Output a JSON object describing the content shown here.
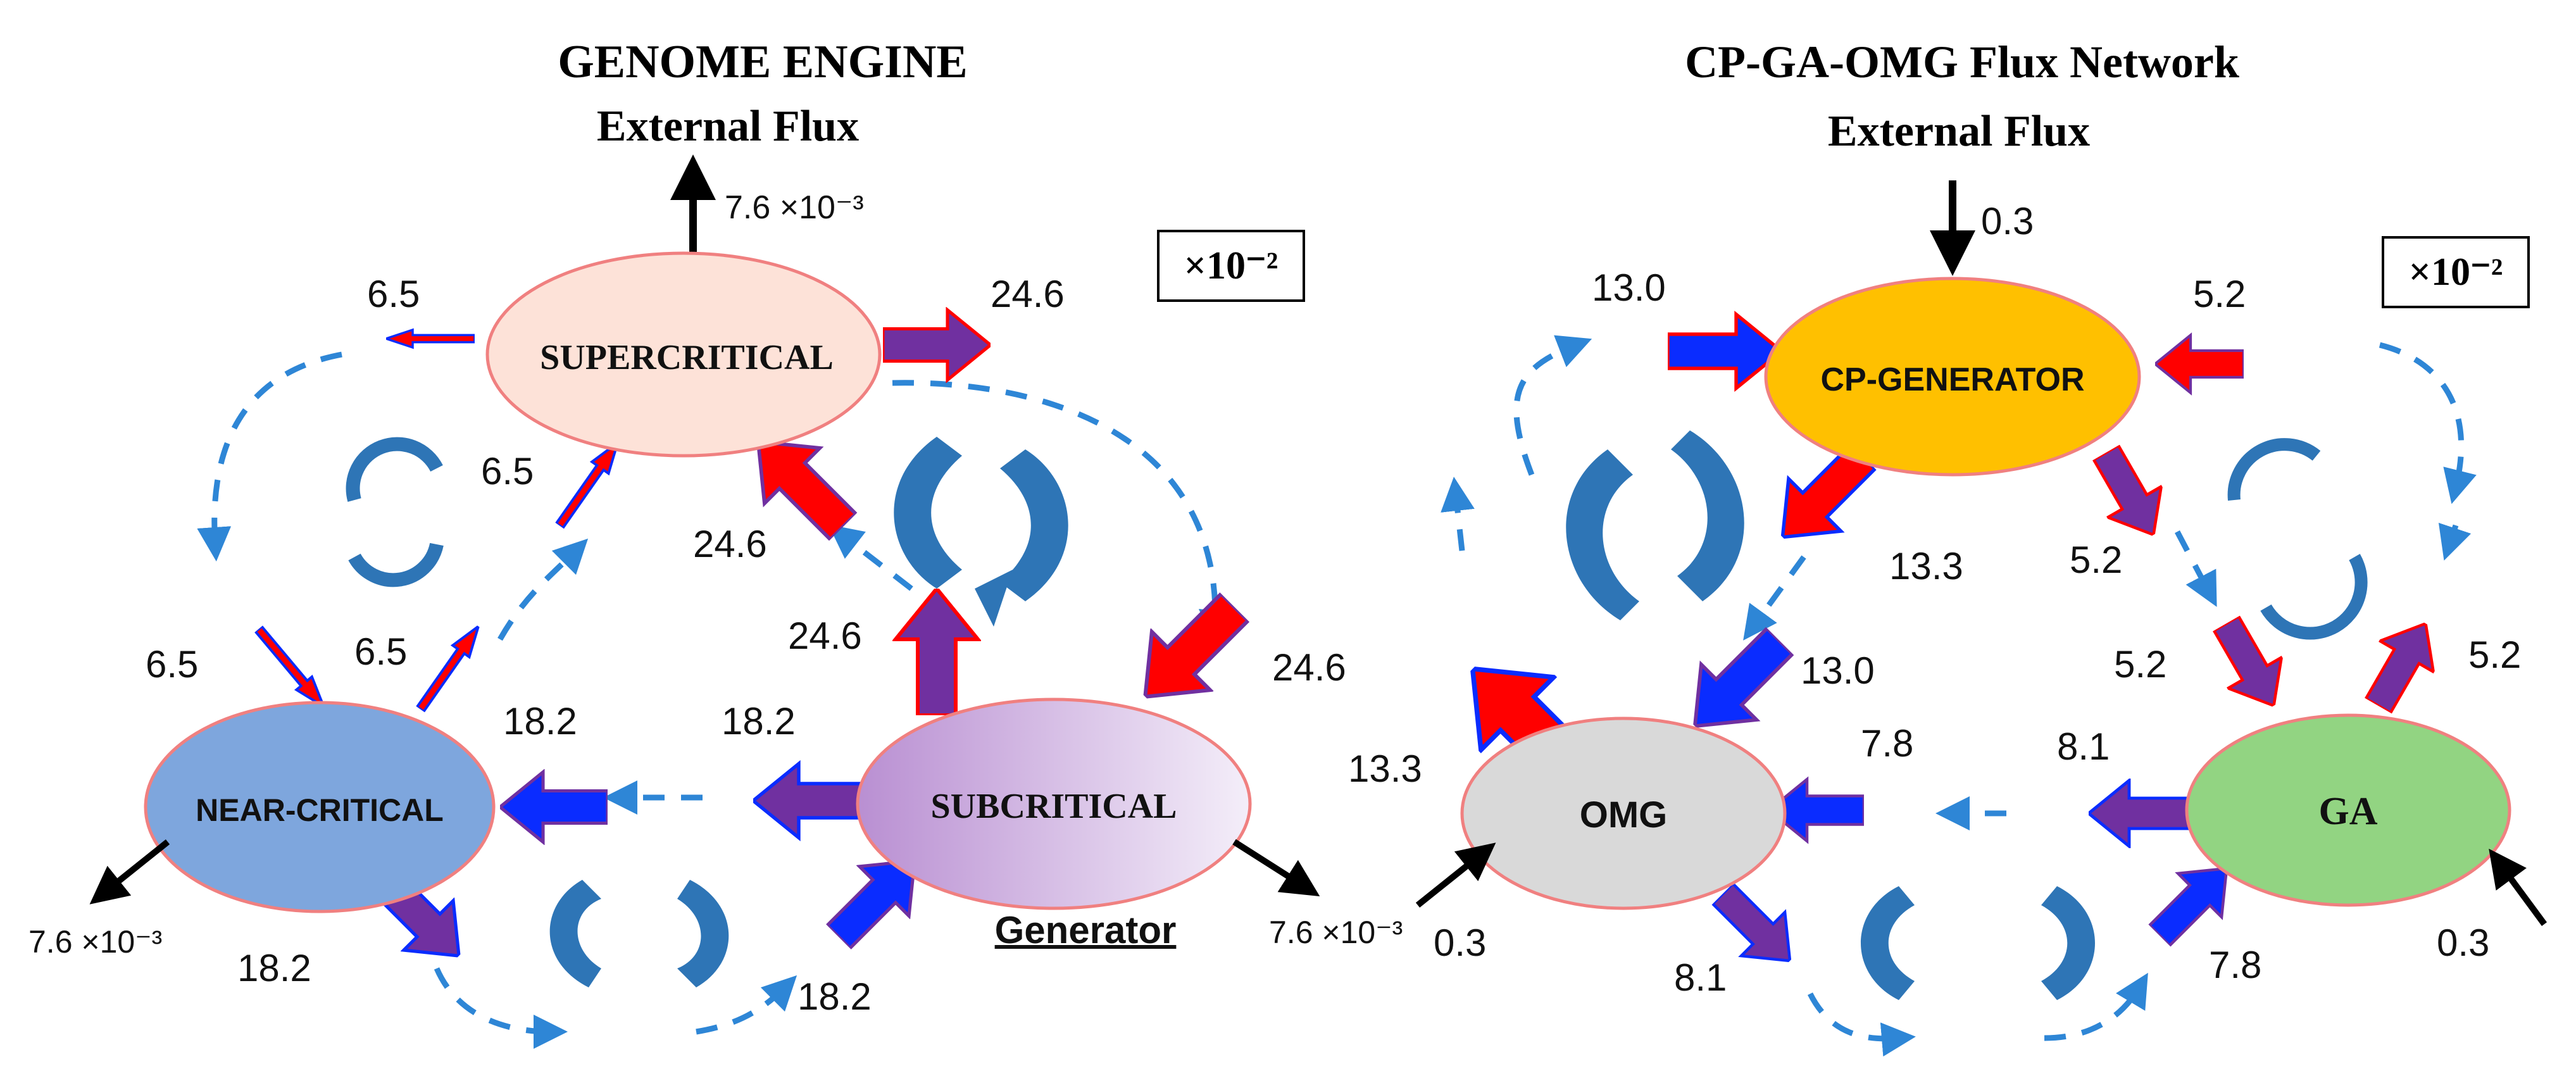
{
  "left_panel": {
    "title": "GENOME ENGINE",
    "subtitle": "External Flux",
    "scale_note": "×10⁻²",
    "nodes": {
      "supercritical": "SUPERCRITICAL",
      "near_critical": "NEAR-CRITICAL",
      "subcritical": "SUBCRITICAL"
    },
    "generator_label": "Generator",
    "flux_labels": {
      "external_top": "7.6 ×10⁻³",
      "super_out_left": "6.5",
      "super_out_right": "24.6",
      "near_to_super": "6.5",
      "sub_to_super": "24.6",
      "super_to_near": "6.5",
      "near_up": "6.5",
      "near_in": "18.2",
      "sub_left": "18.2",
      "sub_up": "24.6",
      "super_to_sub": "24.6",
      "near_down": "18.2",
      "sub_in_bottom": "18.2",
      "external_near": "7.6 ×10⁻³",
      "external_sub": "7.6 ×10⁻³"
    }
  },
  "right_panel": {
    "title": "CP-GA-OMG Flux Network",
    "subtitle": "External Flux",
    "scale_note": "×10⁻²",
    "nodes": {
      "cp_generator": "CP-GENERATOR",
      "omg": "OMG",
      "ga": "GA"
    },
    "flux_labels": {
      "external_top": "0.3",
      "cp_in_left": "13.0",
      "cp_in_right": "5.2",
      "cp_out_left": "13.3",
      "cp_out_right": "5.2",
      "omg_in_top": "13.0",
      "omg_up": "13.3",
      "ga_in_top": "5.2",
      "ga_up": "5.2",
      "omg_in_right": "7.8",
      "ga_left": "8.1",
      "omg_down": "8.1",
      "ga_in_bottom": "7.8",
      "external_omg": "0.3",
      "external_ga": "0.3"
    }
  },
  "colors": {
    "arrow_red": "#ff0000",
    "arrow_blue": "#0a2cff",
    "arrow_purple": "#7030a0",
    "cycle_blue": "#2e75b6",
    "dash_blue": "#2e86d6",
    "supercritical_fill": "#fde2d8",
    "near_critical_fill": "#7ea6dd",
    "subcritical_fill": "#c9a6dc",
    "cp_generator_fill": "#ffc000",
    "omg_fill": "#d9d9d9",
    "ga_fill": "#92d482"
  }
}
